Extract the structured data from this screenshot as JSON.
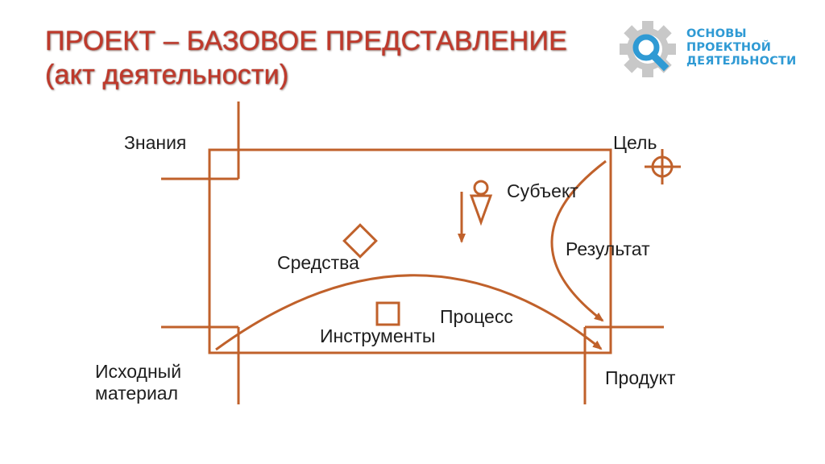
{
  "slide": {
    "title_line1": "ПРОЕКТ – БАЗОВОЕ ПРЕДСТАВЛЕНИЕ",
    "title_line2": "(акт деятельности)",
    "title_color": "#c0392b"
  },
  "logo": {
    "line1": "ОСНОВЫ",
    "line2": "ПРОЕКТНОЙ",
    "line3": "ДЕЯТЕЛЬНОСТИ",
    "gear_color": "#c8c8c8",
    "lens_color": "#2f9ad4",
    "icon": "gear-magnifier-icon"
  },
  "diagram": {
    "line_color": "#c0612b",
    "labels": {
      "knowledge": "Знания",
      "goal": "Цель",
      "subject": "Субъект",
      "result": "Результат",
      "means": "Средства",
      "process": "Процесс",
      "instruments": "Инструменты",
      "source_line1": "Исходный",
      "source_line2": "материал",
      "product": "Продукт"
    }
  }
}
